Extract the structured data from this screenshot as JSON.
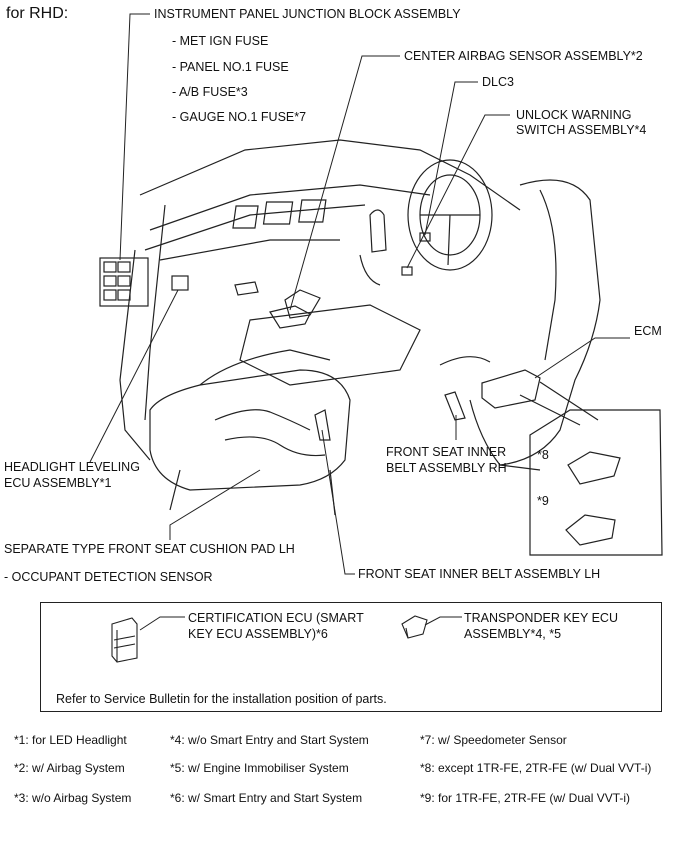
{
  "title": "for RHD:",
  "labels": {
    "ipjb": "INSTRUMENT PANEL JUNCTION BLOCK ASSEMBLY",
    "fuses": [
      "- MET IGN FUSE",
      "- PANEL NO.1 FUSE",
      "- A/B FUSE*3",
      "- GAUGE NO.1 FUSE*7"
    ],
    "airbag": "CENTER AIRBAG SENSOR ASSEMBLY*2",
    "dlc3": "DLC3",
    "unlock_1": "UNLOCK WARNING",
    "unlock_2": "SWITCH ASSEMBLY*4",
    "ecm": "ECM",
    "headlight_1": "HEADLIGHT LEVELING",
    "headlight_2": "ECU ASSEMBLY*1",
    "belt_rh_1": "FRONT SEAT INNER",
    "belt_rh_2": "BELT ASSEMBLY RH",
    "ecm_var_8": "*8",
    "ecm_var_9": "*9",
    "cushion": "SEPARATE TYPE FRONT SEAT CUSHION PAD LH",
    "occupant": "- OCCUPANT DETECTION SENSOR",
    "belt_lh": "FRONT SEAT INNER BELT ASSEMBLY LH"
  },
  "box": {
    "cert_1": "CERTIFICATION ECU (SMART",
    "cert_2": "KEY ECU ASSEMBLY)*6",
    "transp_1": "TRANSPONDER KEY ECU",
    "transp_2": "ASSEMBLY*4, *5",
    "note": "Refer to Service Bulletin for the installation position of parts."
  },
  "footnotes": [
    "*1: for LED Headlight",
    "*4: w/o Smart Entry and Start System",
    "*7: w/ Speedometer Sensor",
    "*2: w/ Airbag System",
    "*5: w/ Engine Immobiliser System",
    "*8: except 1TR-FE, 2TR-FE (w/ Dual VVT-i)",
    "*3: w/o Airbag System",
    "*6: w/ Smart Entry and Start System",
    "*9: for 1TR-FE, 2TR-FE (w/ Dual VVT-i)"
  ]
}
